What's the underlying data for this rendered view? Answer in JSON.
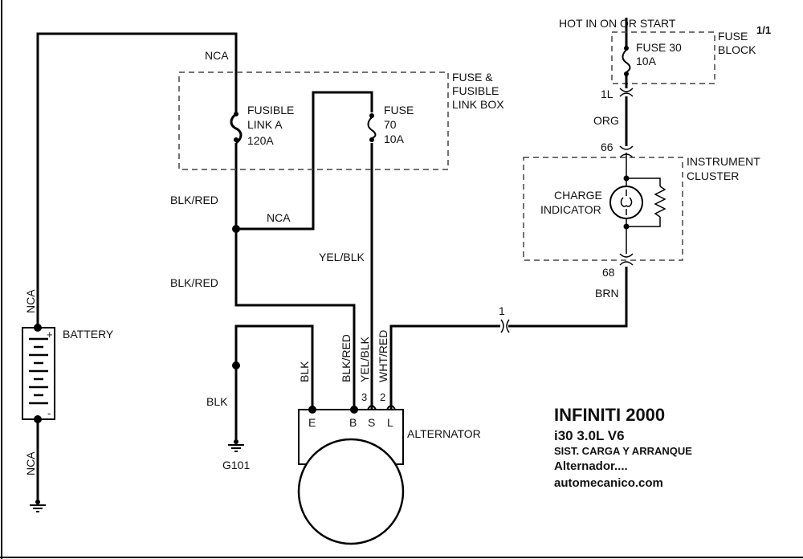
{
  "page_ref": "1/1",
  "hot_label": "HOT IN ON OR START",
  "fuse_block": {
    "label_line1": "FUSE",
    "label_line2": "BLOCK",
    "fuse_line1": "FUSE 30",
    "fuse_line2": "10A"
  },
  "fuse_link_box": {
    "label_line1": "FUSE &",
    "label_line2": "FUSIBLE",
    "label_line3": "LINK BOX"
  },
  "fusible_link": {
    "line1": "FUSIBLE",
    "line2": "LINK A",
    "line3": "120A"
  },
  "fuse70": {
    "line1": "FUSE",
    "line2": "70",
    "line3": "10A"
  },
  "instrument_cluster": {
    "line1": "INSTRUMENT",
    "line2": "CLUSTER"
  },
  "charge_indicator": {
    "line1": "CHARGE",
    "line2": "INDICATOR"
  },
  "battery": {
    "label": "BATTERY",
    "plus": "+",
    "minus": "-"
  },
  "alternator": {
    "label": "ALTERNATOR",
    "terminals": [
      "E",
      "B",
      "S",
      "L"
    ],
    "pins": [
      "3",
      "2"
    ]
  },
  "ground": {
    "label": "G101"
  },
  "connectors": {
    "c1L": "1L",
    "c66": "66",
    "c68": "68",
    "c1": "1"
  },
  "wires": {
    "nca_top": "NCA",
    "nca_bat_top": "NCA",
    "nca_bat_bottom": "NCA",
    "nca_mid": "NCA",
    "blk_red_upper": "BLK/RED",
    "blk_red_lower": "BLK/RED",
    "yel_blk": "YEL/BLK",
    "blk_ground": "BLK",
    "org": "ORG",
    "brn": "BRN",
    "v_blk": "BLK",
    "v_blk_red": "BLK/RED",
    "v_yel_blk": "YEL/BLK",
    "v_wht_red": "WHT/RED"
  },
  "info": {
    "title": "INFINITI 2000",
    "model": "i30  3.0L  V6",
    "system": "SIST. CARGA Y ARRANQUE",
    "component": "Alternador....",
    "website": "automecanico.com"
  }
}
